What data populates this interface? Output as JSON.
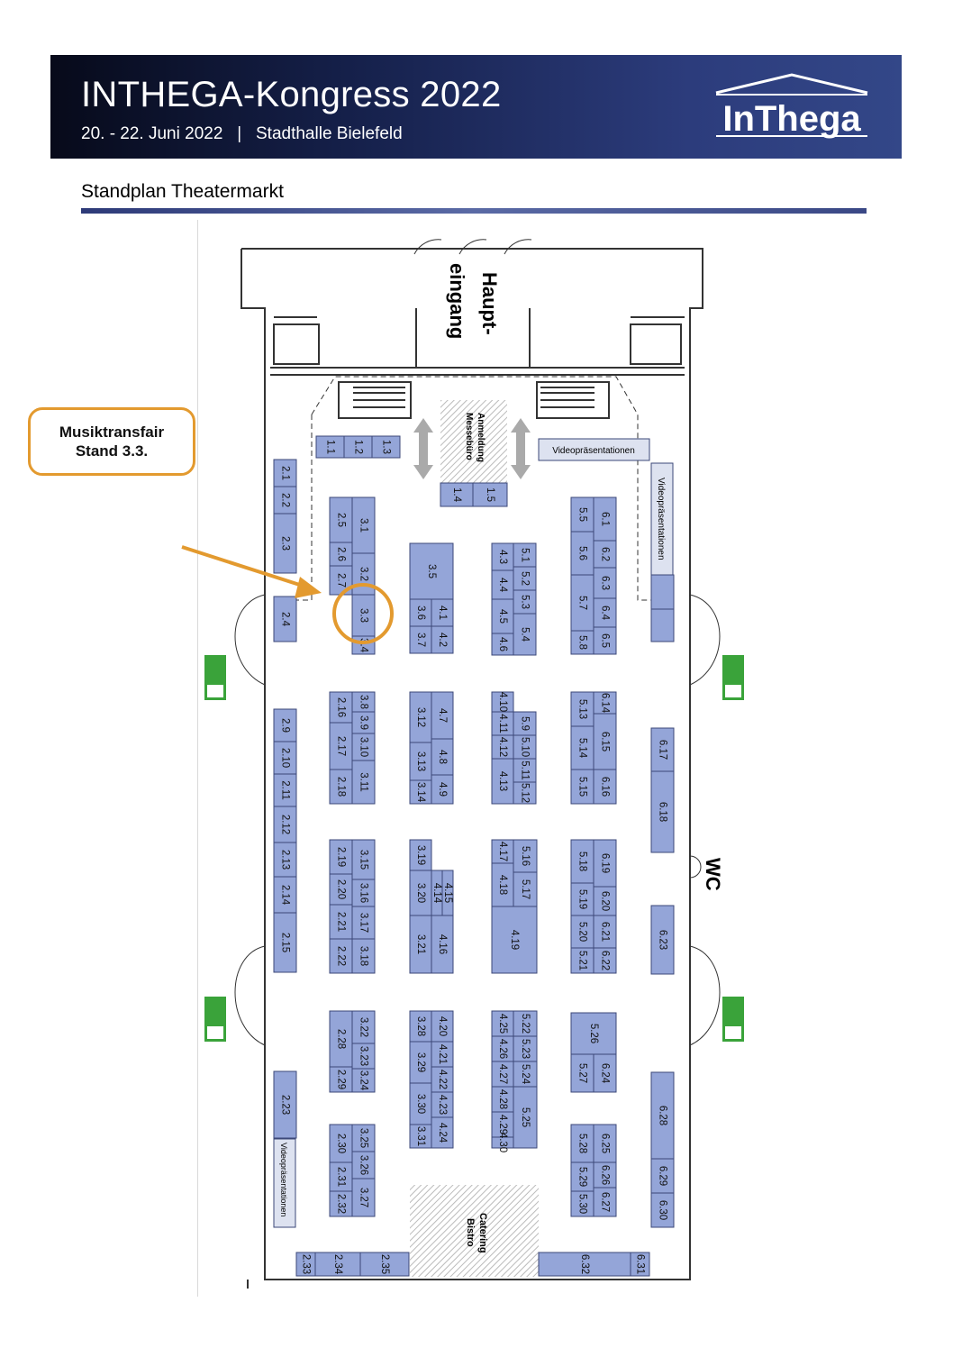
{
  "header": {
    "title": "INTHEGA-Kongress 2022",
    "subtitle": "20. - 22. Juni 2022   |   Stadthalle Bielefeld",
    "logo_text": "InThega"
  },
  "section_title": "Standplan Theatermarkt",
  "callout": {
    "line1": "Musiktransfair",
    "line2": "Stand 3.3."
  },
  "labels": {
    "haupt": "Haupt-",
    "eingang": "eingang",
    "anmeldung": "Anmeldung",
    "messebuero": "Messebüro",
    "video_top": "Videopräsentationen",
    "video_right": "Videopräsentationen",
    "video_left": "Videopräsentationen",
    "catering": "Catering",
    "bistro": "Bistro",
    "wc": "WC"
  },
  "stands": [
    "1.1",
    "1.2",
    "1.3",
    "1.4",
    "1.5",
    "2.1",
    "2.2",
    "2.3",
    "2.4",
    "2.5",
    "2.6",
    "2.7",
    "2.9",
    "2.10",
    "2.11",
    "2.12",
    "2.13",
    "2.14",
    "2.15",
    "2.16",
    "2.17",
    "2.18",
    "2.19",
    "2.20",
    "2.21",
    "2.22",
    "2.23",
    "2.28",
    "2.29",
    "2.30",
    "2.31",
    "2.32",
    "2.33",
    "2.34",
    "2.35",
    "3.1",
    "3.2",
    "3.3",
    "3.4",
    "3.5",
    "3.6",
    "3.7",
    "3.8",
    "3.9",
    "3.10",
    "3.11",
    "3.12",
    "3.13",
    "3.14",
    "3.15",
    "3.16",
    "3.17",
    "3.18",
    "3.19",
    "3.20",
    "3.21",
    "3.22",
    "3.23",
    "3.24",
    "3.25",
    "3.26",
    "3.27",
    "3.28",
    "3.29",
    "3.30",
    "3.31",
    "4.1",
    "4.2",
    "4.3",
    "4.4",
    "4.5",
    "4.6",
    "4.7",
    "4.8",
    "4.9",
    "4.10",
    "4.11",
    "4.12",
    "4.13",
    "4.14",
    "4.15",
    "4.16",
    "4.17",
    "4.18",
    "4.19",
    "4.20",
    "4.21",
    "4.22",
    "4.23",
    "4.24",
    "4.25",
    "4.26",
    "4.27",
    "4.28",
    "4.29",
    "4.30",
    "5.1",
    "5.2",
    "5.3",
    "5.4",
    "5.5",
    "5.6",
    "5.7",
    "5.8",
    "5.9",
    "5.10",
    "5.11",
    "5.12",
    "5.13",
    "5.14",
    "5.15",
    "5.16",
    "5.17",
    "5.18",
    "5.19",
    "5.20",
    "5.21",
    "5.22",
    "5.23",
    "5.24",
    "5.25",
    "5.26",
    "5.27",
    "5.28",
    "5.29",
    "5.30",
    "6.1",
    "6.2",
    "6.3",
    "6.4",
    "6.5",
    "6.14",
    "6.15",
    "6.16",
    "6.17",
    "6.18",
    "6.19",
    "6.20",
    "6.21",
    "6.22",
    "6.23",
    "6.24",
    "6.25",
    "6.26",
    "6.27",
    "6.28",
    "6.29",
    "6.30",
    "6.31",
    "6.32"
  ],
  "colors": {
    "stand_fill": "#94a5d8",
    "highlight": "#e39a2f",
    "exit_green": "#3aa33a",
    "banner_dark": "#0a0f24",
    "banner_light": "#334788"
  },
  "icons": [
    "emergency-exit-icon",
    "arrow-icon",
    "logo-house-icon"
  ]
}
